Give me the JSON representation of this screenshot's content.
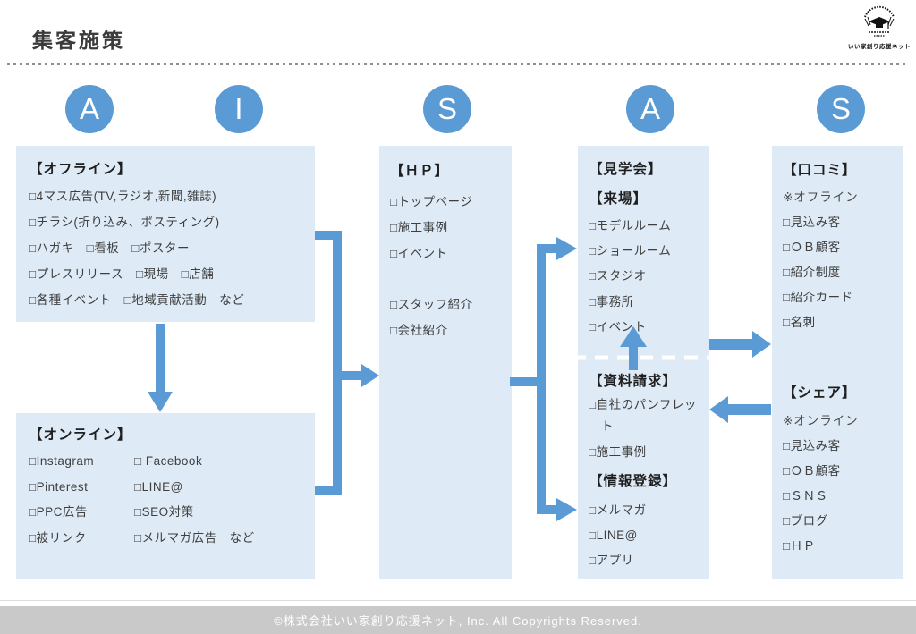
{
  "page": {
    "title": "集客施策",
    "footer": "©株式会社いい家創り応援ネット, Inc. All Copyrights Reserved."
  },
  "logo": {
    "icon": "graduation-cap-emblem",
    "caption": "いい家創り応援ネット"
  },
  "funnel": {
    "letters": [
      "A",
      "I",
      "S",
      "A",
      "S"
    ]
  },
  "colors": {
    "accent_blue": "#5B9BD5",
    "box_fill": "#DEEAF6",
    "footer_bg": "#C9C9C9",
    "dashed_divider": "#FFFFFF"
  },
  "offline": {
    "title": "【オフライン】",
    "items": [
      "□4マス広告(TV,ラジオ,新聞,雑誌)",
      "□チラシ(折り込み、ポスティング)",
      "□ハガキ　□看板　□ポスター",
      "□プレスリリース　□現場　□店舗",
      "□各種イベント　□地域貢献活動　など"
    ]
  },
  "online": {
    "title": "【オンライン】",
    "rows": [
      {
        "left": "□Instagram",
        "right": "□ Facebook"
      },
      {
        "left": "□Pinterest",
        "right": "□LINE@"
      },
      {
        "left": "□PPC広告",
        "right": "□SEO対策"
      },
      {
        "left": "□被リンク",
        "right": "□メルマガ広告　など"
      }
    ]
  },
  "hp": {
    "title": "【ＨＰ】",
    "items_top": [
      "□トップページ",
      "□施工事例",
      "□イベント"
    ],
    "items_bottom": [
      "□スタッフ紹介",
      "□会社紹介"
    ]
  },
  "visit": {
    "title": "【見学会】",
    "subtitle": "【来場】",
    "items": [
      "□モデルルーム",
      "□ショールーム",
      "□スタジオ",
      "□事務所",
      "□イベント"
    ]
  },
  "request": {
    "title": "【資料請求】",
    "item_wrap": "□自社のパンフレット",
    "item2": "□施工事例"
  },
  "register": {
    "title": "【情報登録】",
    "items": [
      "□メルマガ",
      "□LINE@",
      "□アプリ"
    ]
  },
  "kuchikomi": {
    "title": "【口コミ】",
    "note": "※オフライン",
    "items": [
      "□見込み客",
      "□ＯＢ顧客",
      "□紹介制度",
      "□紹介カード",
      "□名刺"
    ]
  },
  "share": {
    "title": "【シェア】",
    "note": "※オンライン",
    "items": [
      "□見込み客",
      "□ＯＢ顧客",
      "□ＳＮＳ",
      "□ブログ",
      "□ＨＰ"
    ]
  }
}
